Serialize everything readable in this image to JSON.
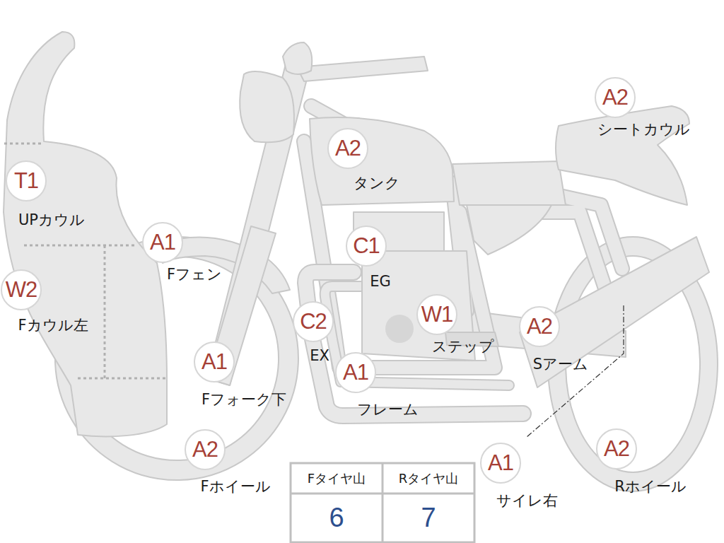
{
  "diagram": {
    "nodes": [
      {
        "text": [
          "A2",
          "シートカウル"
        ]
      },
      {
        "text": [
          "A2",
          "タンク"
        ]
      },
      {
        "text": [
          "T1",
          "UPカウル"
        ]
      },
      {
        "text": [
          "A1",
          "Fフェン"
        ]
      },
      {
        "text": [
          "C1",
          "EG"
        ]
      },
      {
        "text": [
          "W2",
          "Fカウル左"
        ]
      },
      {
        "text": [
          "C2",
          "EX"
        ]
      },
      {
        "text": [
          "W1",
          "ステップ"
        ]
      },
      {
        "text": [
          "A2",
          "Sアーム"
        ]
      },
      {
        "text": [
          "A1",
          "Fフォーク下"
        ]
      },
      {
        "text": [
          "A1",
          "フレーム"
        ]
      },
      {
        "text": [
          "A2",
          "Fホイール"
        ]
      },
      {
        "text": [
          "A1",
          "サイレ右"
        ]
      },
      {
        "text": [
          "A2",
          "Rホイール"
        ]
      }
    ],
    "labels": [
      "Fタイヤ山",
      "Rタイヤ山",
      "6",
      "7"
    ]
  }
}
